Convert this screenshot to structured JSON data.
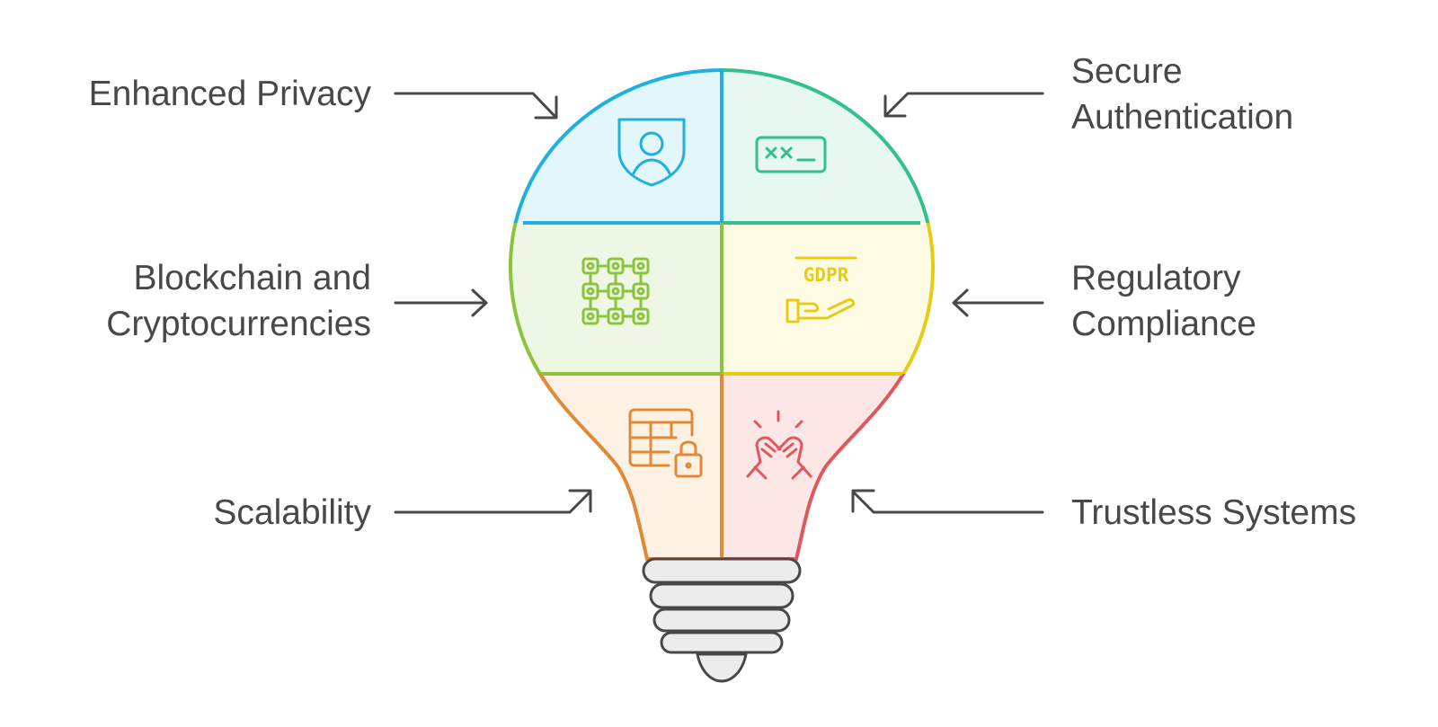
{
  "items": [
    {
      "id": "enhanced-privacy",
      "lines": [
        "Enhanced Privacy"
      ],
      "icon": "shield-user-icon",
      "color": "#1fb0e0",
      "fill": "#e3f6fc"
    },
    {
      "id": "secure-authentication",
      "lines": [
        "Secure",
        "Authentication"
      ],
      "icon": "password-field-icon",
      "color": "#33c08a",
      "fill": "#e6f8ef"
    },
    {
      "id": "blockchain-and-cryptocurrencies",
      "lines": [
        "Blockchain and",
        "Cryptocurrencies"
      ],
      "icon": "blockchain-grid-icon",
      "color": "#8bc43c",
      "fill": "#eef7e3"
    },
    {
      "id": "regulatory-compliance",
      "lines": [
        "Regulatory",
        "Compliance"
      ],
      "icon": "gdpr-hand-icon",
      "color": "#e6cc17",
      "fill": "#fdfbe4"
    },
    {
      "id": "scalability",
      "lines": [
        "Scalability"
      ],
      "icon": "locked-table-icon",
      "color": "#e08a38",
      "fill": "#fdf1e4"
    },
    {
      "id": "trustless-systems",
      "lines": [
        "Trustless Systems"
      ],
      "icon": "handshake-icon",
      "color": "#e0575d",
      "fill": "#fde6e6"
    }
  ],
  "colors": {
    "text": "#484848",
    "arrow": "#484848",
    "base_fill": "#ececec",
    "base_stroke": "#484848"
  },
  "icons": {
    "gdpr_text": "GDPR"
  }
}
